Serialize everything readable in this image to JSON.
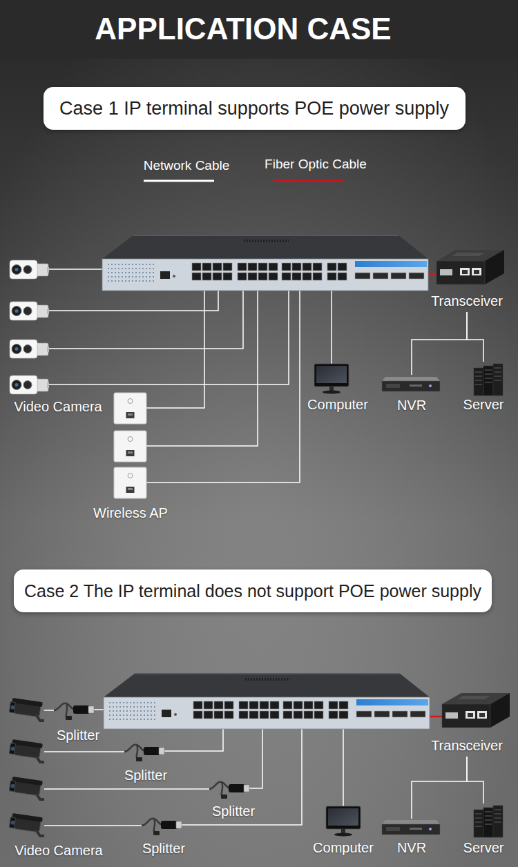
{
  "diagram": {
    "title": "APPLICATION CASE",
    "nodes": [
      {
        "text": [
          "Case 1 IP terminal supports POE power supply"
        ]
      },
      {
        "text": [
          "Transceiver"
        ]
      },
      {
        "text": [
          "Computer"
        ]
      },
      {
        "text": [
          "NVR"
        ]
      },
      {
        "text": [
          "Server"
        ]
      },
      {
        "text": [
          "Case 2 The IP terminal does not support POE power supply"
        ]
      },
      {
        "text": [
          "Transceiver"
        ]
      },
      {
        "text": [
          "Computer"
        ]
      },
      {
        "text": [
          "NVR"
        ]
      },
      {
        "text": [
          "Server"
        ]
      }
    ],
    "edges": [
      {
        "from": 1,
        "to": 3,
        "arrow": "none"
      },
      {
        "from": 1,
        "to": 4,
        "arrow": "none"
      },
      {
        "from": 6,
        "to": 8,
        "arrow": "none"
      },
      {
        "from": 6,
        "to": 9,
        "arrow": "none"
      }
    ],
    "labels": [
      "Video Camera",
      "Wireless AP",
      "Video Camera",
      "Splitter",
      "Splitter",
      "Splitter",
      "Splitter"
    ],
    "legend": [
      {
        "text": "Network Cable"
      },
      {
        "text": "Fiber Optic Cable"
      }
    ]
  }
}
